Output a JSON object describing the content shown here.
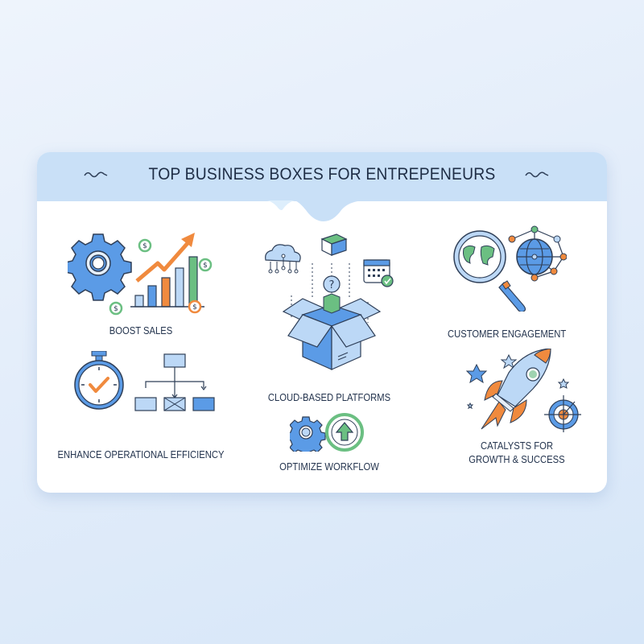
{
  "title": "TOP BUSINESS BOXES FOR ENTREPENEURS",
  "colors": {
    "header_bg": "#c9e0f7",
    "card_bg": "#ffffff",
    "text": "#24344e",
    "blue": "#5b9be6",
    "light_blue": "#bcd8f6",
    "orange": "#f08a3e",
    "green": "#6bbf82",
    "outline": "#2f3f58"
  },
  "items": [
    {
      "label": "BOOST SALES",
      "icon": "gear-growth-chart-icon"
    },
    {
      "label": "CLOUD-BASED PLATFORMS",
      "icon": "open-box-cloud-calendar-icon"
    },
    {
      "label": "CUSTOMER ENGAGEMENT",
      "icon": "magnifier-globe-network-icon"
    },
    {
      "label": "ENHANCE OPERATIONAL EFFICIENCY",
      "icon": "stopwatch-flowchart-icon"
    },
    {
      "label": "OPTIMIZE WORKFLOW",
      "icon": "gear-up-arrow-icon"
    },
    {
      "label_line1": "CATALYSTS FOR",
      "label_line2": "GROWTH & SUCCESS",
      "icon": "rocket-target-icon"
    }
  ]
}
